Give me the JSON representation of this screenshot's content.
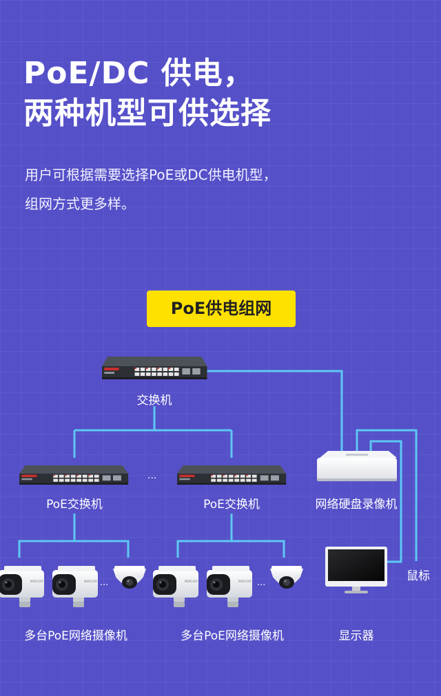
{
  "headline": {
    "line1": "PoE/DC 供电，",
    "line2": "两种机型可供选择"
  },
  "description": {
    "line1": "用户可根据需要选择PoE或DC供电机型，",
    "line2": "组网方式更多样。"
  },
  "badge": "PoE供电组网",
  "nodes": {
    "main_switch": "交换机",
    "poe_switch_left": "PoE交换机",
    "poe_switch_right": "PoE交换机",
    "nvr": "网络硬盘录像机",
    "mouse": "鼠标",
    "cameras_left": "多台PoE网络摄像机",
    "cameras_right": "多台PoE网络摄像机",
    "monitor": "显示器",
    "ellipsis": "...",
    "camera_brand": "MERCURY"
  },
  "colors": {
    "background": "#5550c8",
    "link_line": "#5ec8f2",
    "badge": "#ffe100"
  }
}
